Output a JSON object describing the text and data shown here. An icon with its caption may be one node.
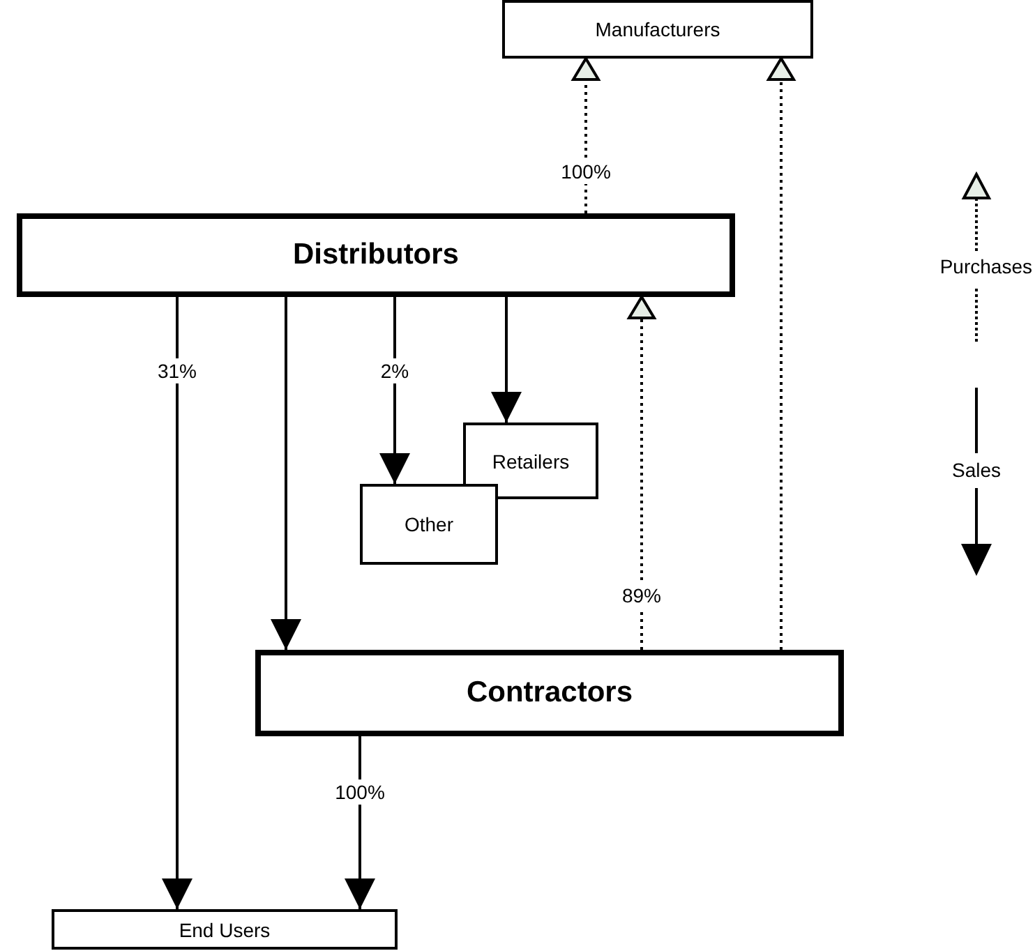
{
  "diagram": {
    "nodes": [
      {
        "text": [
          "Manufacturers"
        ]
      },
      {
        "text": [
          "Distributors"
        ]
      },
      {
        "text": [
          "Retailers"
        ]
      },
      {
        "text": [
          "Other"
        ]
      },
      {
        "text": [
          "Contractors"
        ]
      },
      {
        "text": [
          "End Users"
        ]
      }
    ],
    "edges": [
      {
        "from": 1,
        "to": 0,
        "arrow": "to",
        "style": "dashed",
        "label": "100%"
      },
      {
        "from": 4,
        "to": 0,
        "arrow": "to",
        "style": "dashed"
      },
      {
        "from": 4,
        "to": 1,
        "arrow": "to",
        "style": "dashed",
        "label": "89%"
      },
      {
        "from": 1,
        "to": 5,
        "arrow": "to",
        "label": "31%"
      },
      {
        "from": 1,
        "to": 4,
        "arrow": "to"
      },
      {
        "from": 1,
        "to": 3,
        "arrow": "to",
        "label": "2%"
      },
      {
        "from": 1,
        "to": 2,
        "arrow": "to"
      },
      {
        "from": 4,
        "to": 5,
        "arrow": "to",
        "label": "100%"
      }
    ],
    "legend": [
      {
        "text": "Purchases"
      },
      {
        "text": "Sales"
      }
    ]
  }
}
